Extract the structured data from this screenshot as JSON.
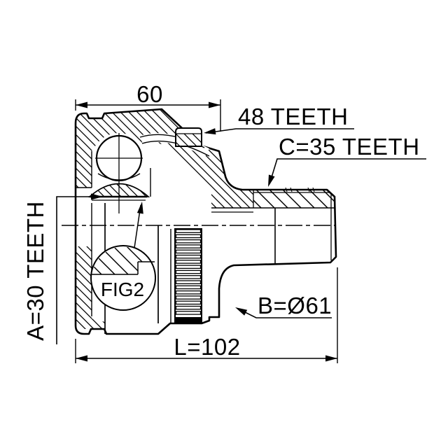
{
  "drawing": {
    "background_color": "#ffffff",
    "line_color": "#000000",
    "labels": {
      "width_dim": "60",
      "abs_ring_teeth": "48 TEETH",
      "outer_spline_teeth": "C=35 TEETH",
      "inner_spline_teeth": "A=30 TEETH",
      "detail_balloon": "FIG2",
      "boot_groove_diameter": "B=Ø61",
      "overall_length": "L=102"
    },
    "values": {
      "top_width": 60,
      "abs_teeth_count": 48,
      "outer_spline_count": 35,
      "inner_spline_count": 30,
      "b_diameter": 61,
      "overall_length": 102,
      "detail_figure_ref": "FIG2"
    }
  }
}
